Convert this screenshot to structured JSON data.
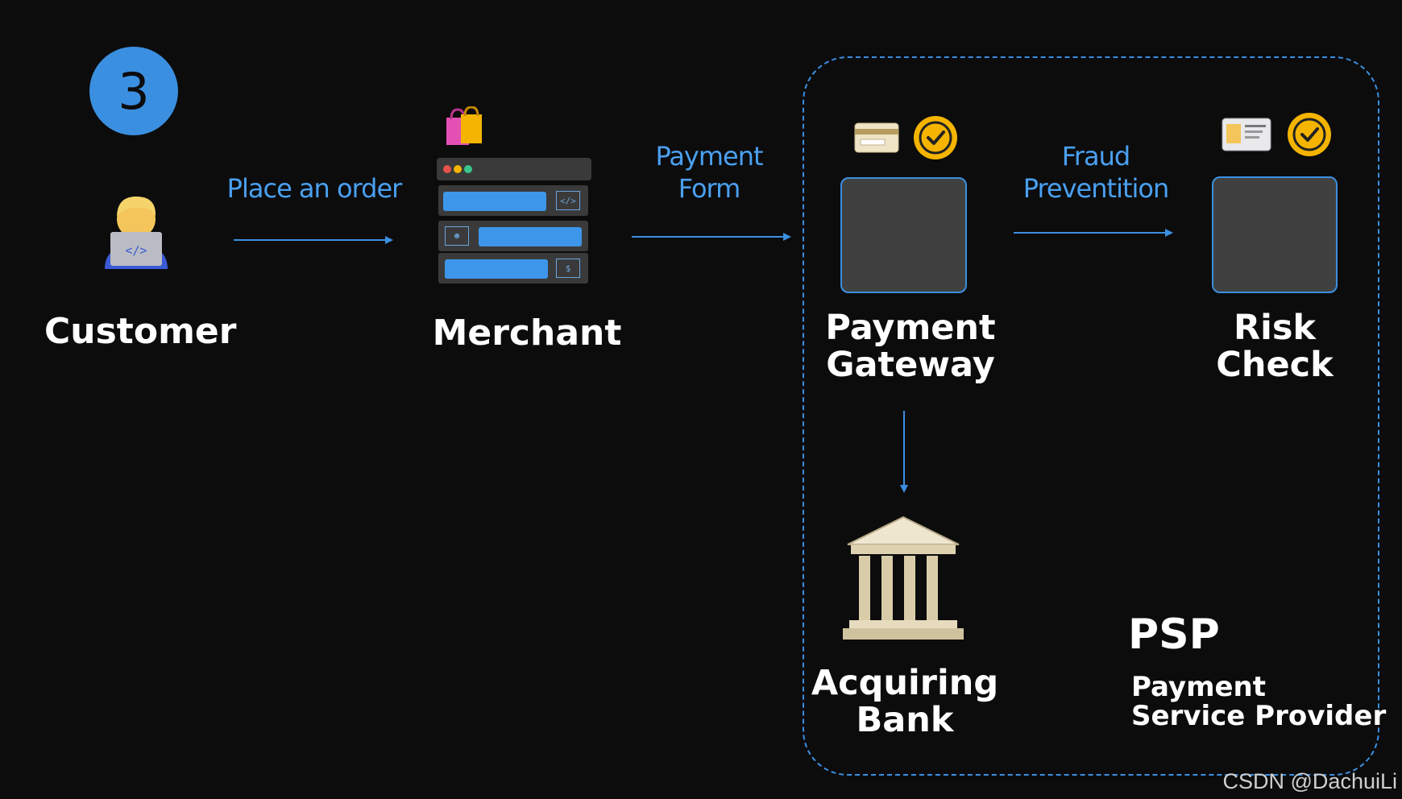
{
  "step": "3",
  "nodes": {
    "customer": "Customer",
    "merchant": "Merchant",
    "payment_gateway": [
      "Payment",
      "Gateway"
    ],
    "risk_check": [
      "Risk",
      "Check"
    ],
    "acquiring_bank": [
      "Acquiring",
      "Bank"
    ]
  },
  "edges": {
    "place_order": "Place an order",
    "payment_form": [
      "Payment",
      "Form"
    ],
    "fraud_prevention": [
      "Fraud",
      "Preventition"
    ]
  },
  "psp": {
    "title": "PSP",
    "subtitle": [
      "Payment",
      "Service Provider"
    ]
  },
  "watermark": "CSDN @DachuiLi",
  "colors": {
    "accent_blue": "#3b8fe0",
    "background": "#0c0c0d",
    "box_gray": "#404040",
    "badge_gold": "#f4b400"
  },
  "icons": {
    "customer": "technologist-icon",
    "merchant": "shopping-bags-icon",
    "gateway_card": "credit-card-icon",
    "gateway_check": "verified-check-icon",
    "risk_id": "id-card-icon",
    "risk_check": "verified-check-icon",
    "bank": "classical-building-icon",
    "browser_code": "code-icon",
    "browser_user": "user-icon",
    "browser_dollar": "dollar-icon"
  }
}
